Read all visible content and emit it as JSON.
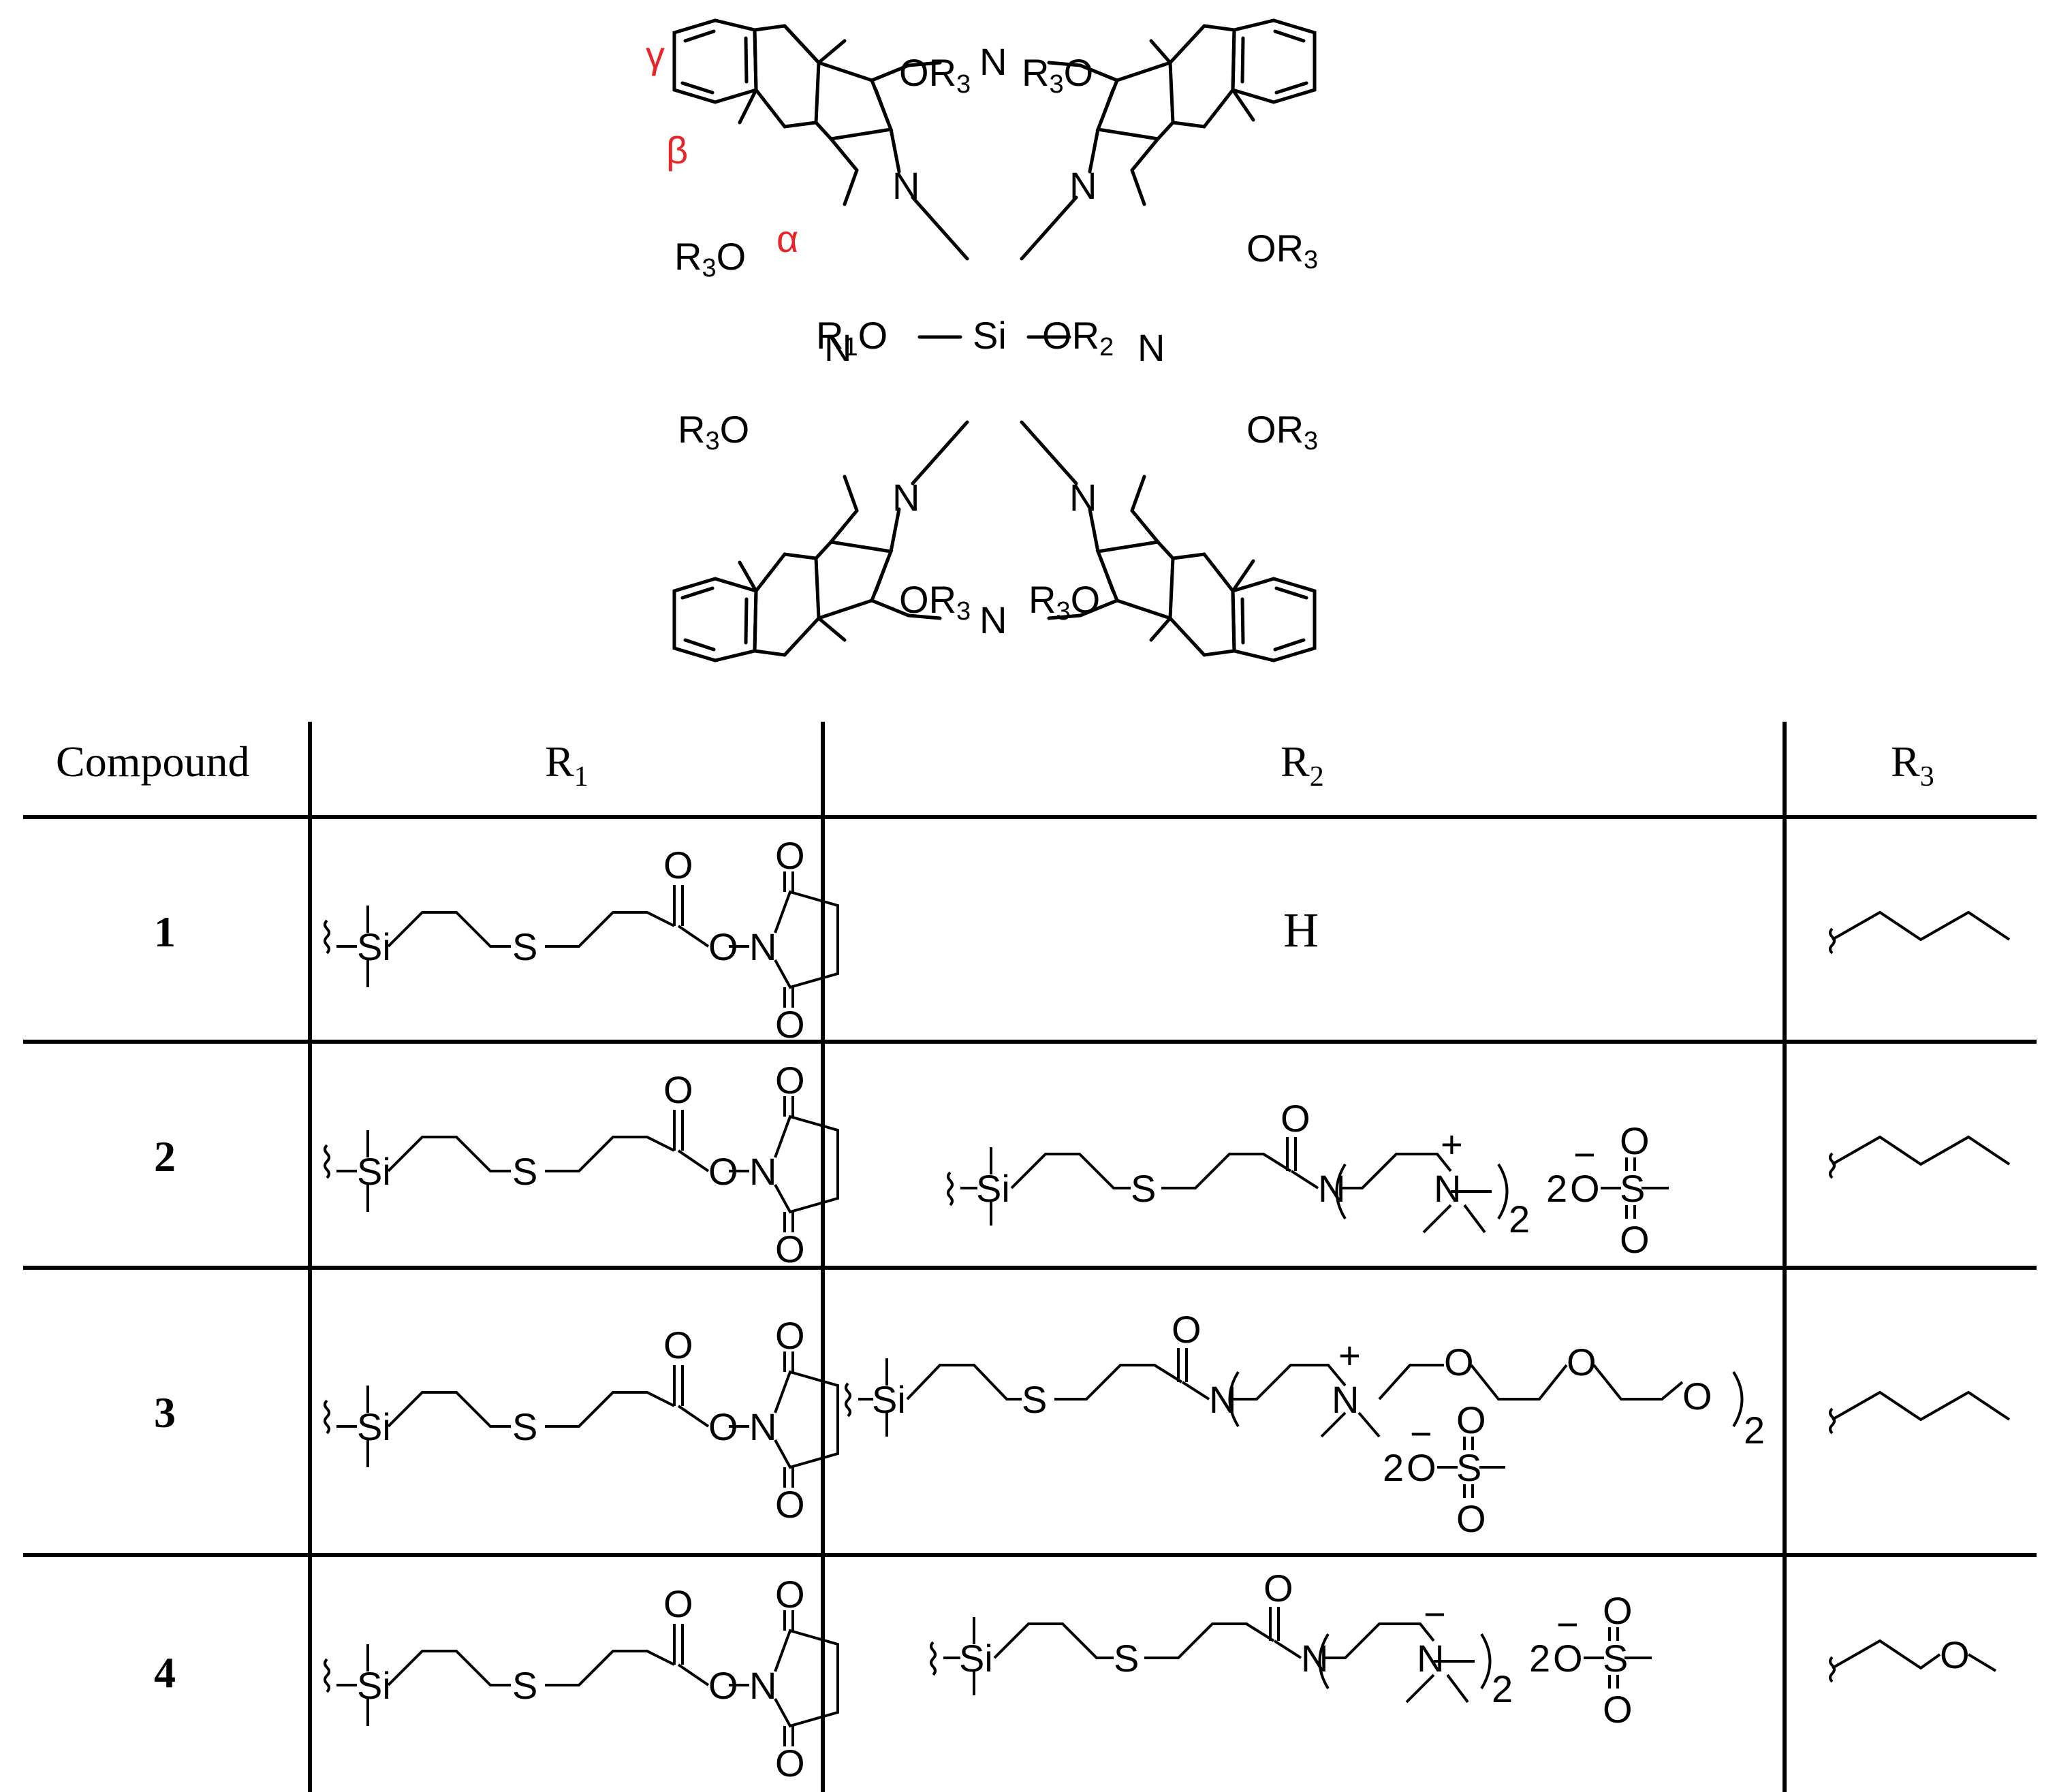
{
  "structure": {
    "core_nitrogen": "N",
    "bridge_nitrogen": "N",
    "center_atom": "Si",
    "ligand_left_prefix": "R",
    "ligand_left_sub": "1",
    "ligand_left_suffix": "O",
    "ligand_right_prefix": "O",
    "ligand_right_r": "R",
    "ligand_right_sub": "2",
    "substituent_letter_r": "R",
    "substituent_sub": "3",
    "substituent_letter_o": "O",
    "position_labels": {
      "alpha": "α",
      "beta": "β",
      "gamma": "γ"
    },
    "position_label_color": "#e8262a"
  },
  "table": {
    "headers": {
      "compound": "Compound",
      "r1": "R",
      "r1_sub": "1",
      "r2": "R",
      "r2_sub": "2",
      "r3": "R",
      "r3_sub": "3"
    },
    "rows": [
      {
        "id": "1",
        "r2_text": "H"
      },
      {
        "id": "2"
      },
      {
        "id": "3"
      },
      {
        "id": "4"
      }
    ],
    "atoms": {
      "si": "Si",
      "s": "S",
      "o": "O",
      "n": "N",
      "count_2": "2",
      "sub_2": "2",
      "plus": "+",
      "minus": "−"
    }
  }
}
